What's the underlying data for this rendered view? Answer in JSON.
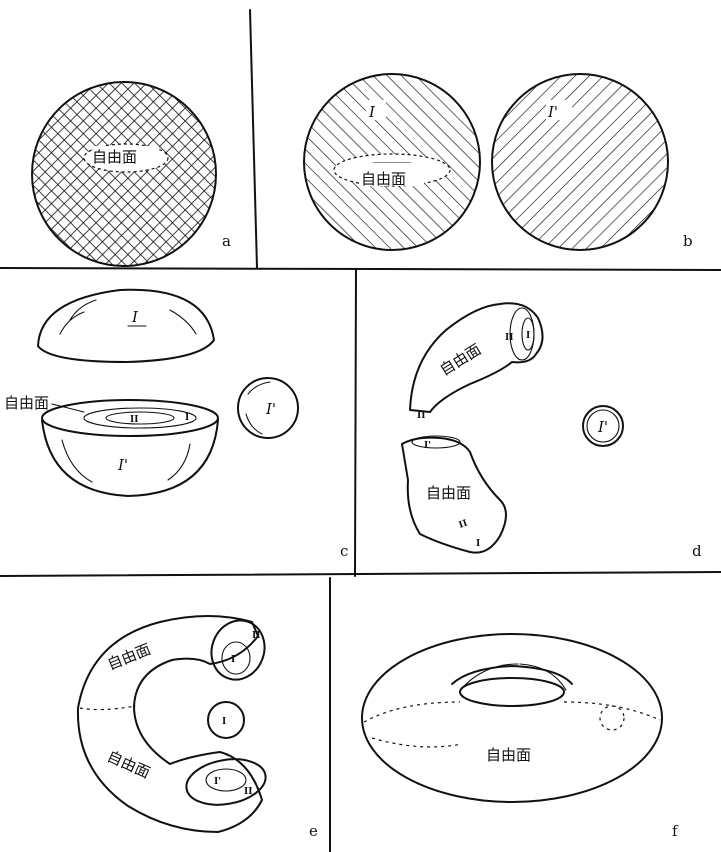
{
  "free_surface": "自由面",
  "roman_I": "I",
  "roman_I_prime": "I'",
  "roman_II": "II",
  "panels": {
    "a": "a",
    "b": "b",
    "c": "c",
    "d": "d",
    "e": "e",
    "f": "f"
  }
}
